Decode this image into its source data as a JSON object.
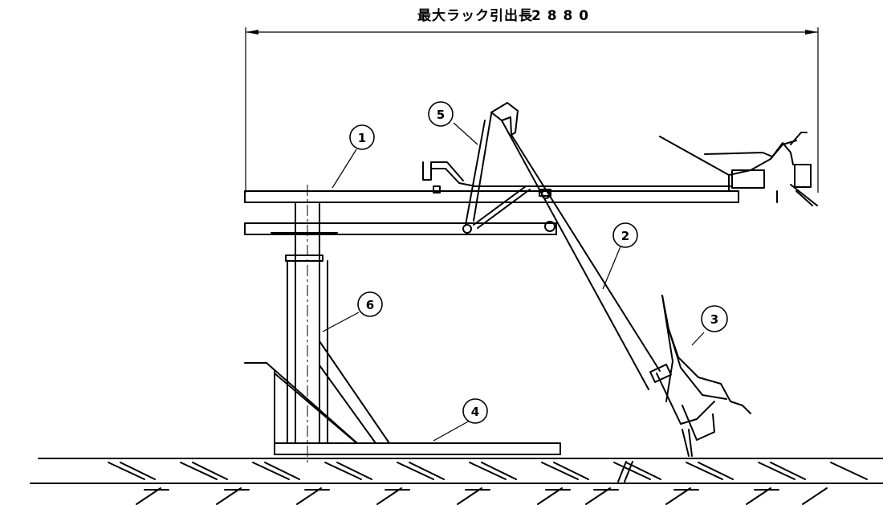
{
  "dimension": {
    "label": "最大ラック引出長",
    "value": "2 8 8 0"
  },
  "callouts": [
    {
      "id": "1"
    },
    {
      "id": "2"
    },
    {
      "id": "3"
    },
    {
      "id": "4"
    },
    {
      "id": "5"
    },
    {
      "id": "6"
    }
  ]
}
